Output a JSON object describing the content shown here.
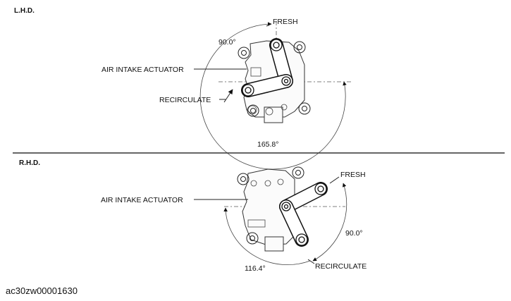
{
  "lhd": {
    "section_label": "L.H.D.",
    "fresh_label": "FRESH",
    "actuator_label": "AIR INTAKE ACTUATOR",
    "recirculate_label": "RECIRCULATE",
    "angle_small": "90.0°",
    "angle_large": "165.8°"
  },
  "rhd": {
    "section_label": "R.H.D.",
    "fresh_label": "FRESH",
    "actuator_label": "AIR INTAKE ACTUATOR",
    "recirculate_label": "RECIRCULATE",
    "angle_small": "90.0°",
    "angle_large": "116.4°"
  },
  "caption": "ac30zw00001630"
}
